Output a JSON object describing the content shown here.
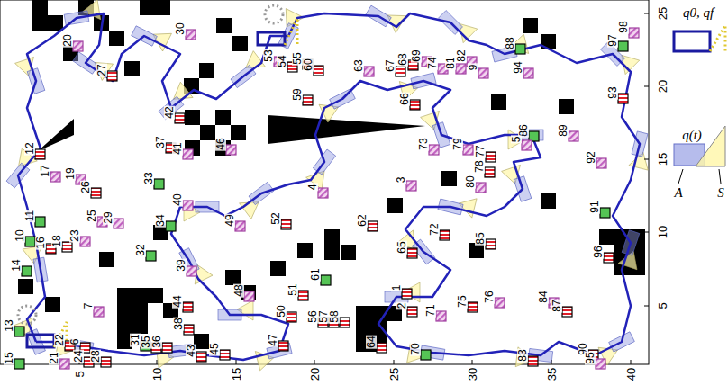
{
  "diagram": {
    "labels": [
      "30",
      "20",
      "27",
      "12",
      "17",
      "19",
      "26",
      "11",
      "10",
      "16",
      "18",
      "23",
      "25",
      "29",
      "14",
      "33",
      "37",
      "41",
      "42",
      "46",
      "34",
      "40",
      "32",
      "39",
      "49",
      "44",
      "38",
      "7",
      "6",
      "13",
      "22",
      "21",
      "15",
      "24",
      "28",
      "31",
      "35",
      "36",
      "43",
      "45",
      "47",
      "48",
      "50",
      "4",
      "52",
      "62",
      "61",
      "56",
      "57",
      "58",
      "51",
      "53",
      "54",
      "55",
      "60",
      "59",
      "63",
      "67",
      "66",
      "68",
      "69",
      "74",
      "81",
      "82",
      "9",
      "88",
      "94",
      "97",
      "98",
      "93",
      "89",
      "86",
      "73",
      "79",
      "77",
      "78",
      "80",
      "5",
      "92",
      "91",
      "3",
      "72",
      "85",
      "65",
      "96",
      "84",
      "87",
      "76",
      "75",
      "71",
      "1",
      "2",
      "64",
      "70",
      "83",
      "90",
      "95",
      "5",
      "10",
      "15",
      "20",
      "25",
      "30",
      "35",
      "40",
      "5",
      "10",
      "15",
      "20",
      "25",
      "A",
      "S"
    ],
    "legend": [
      {
        "text": "q0, qf"
      },
      {
        "text": "q(t)"
      }
    ]
  }
}
